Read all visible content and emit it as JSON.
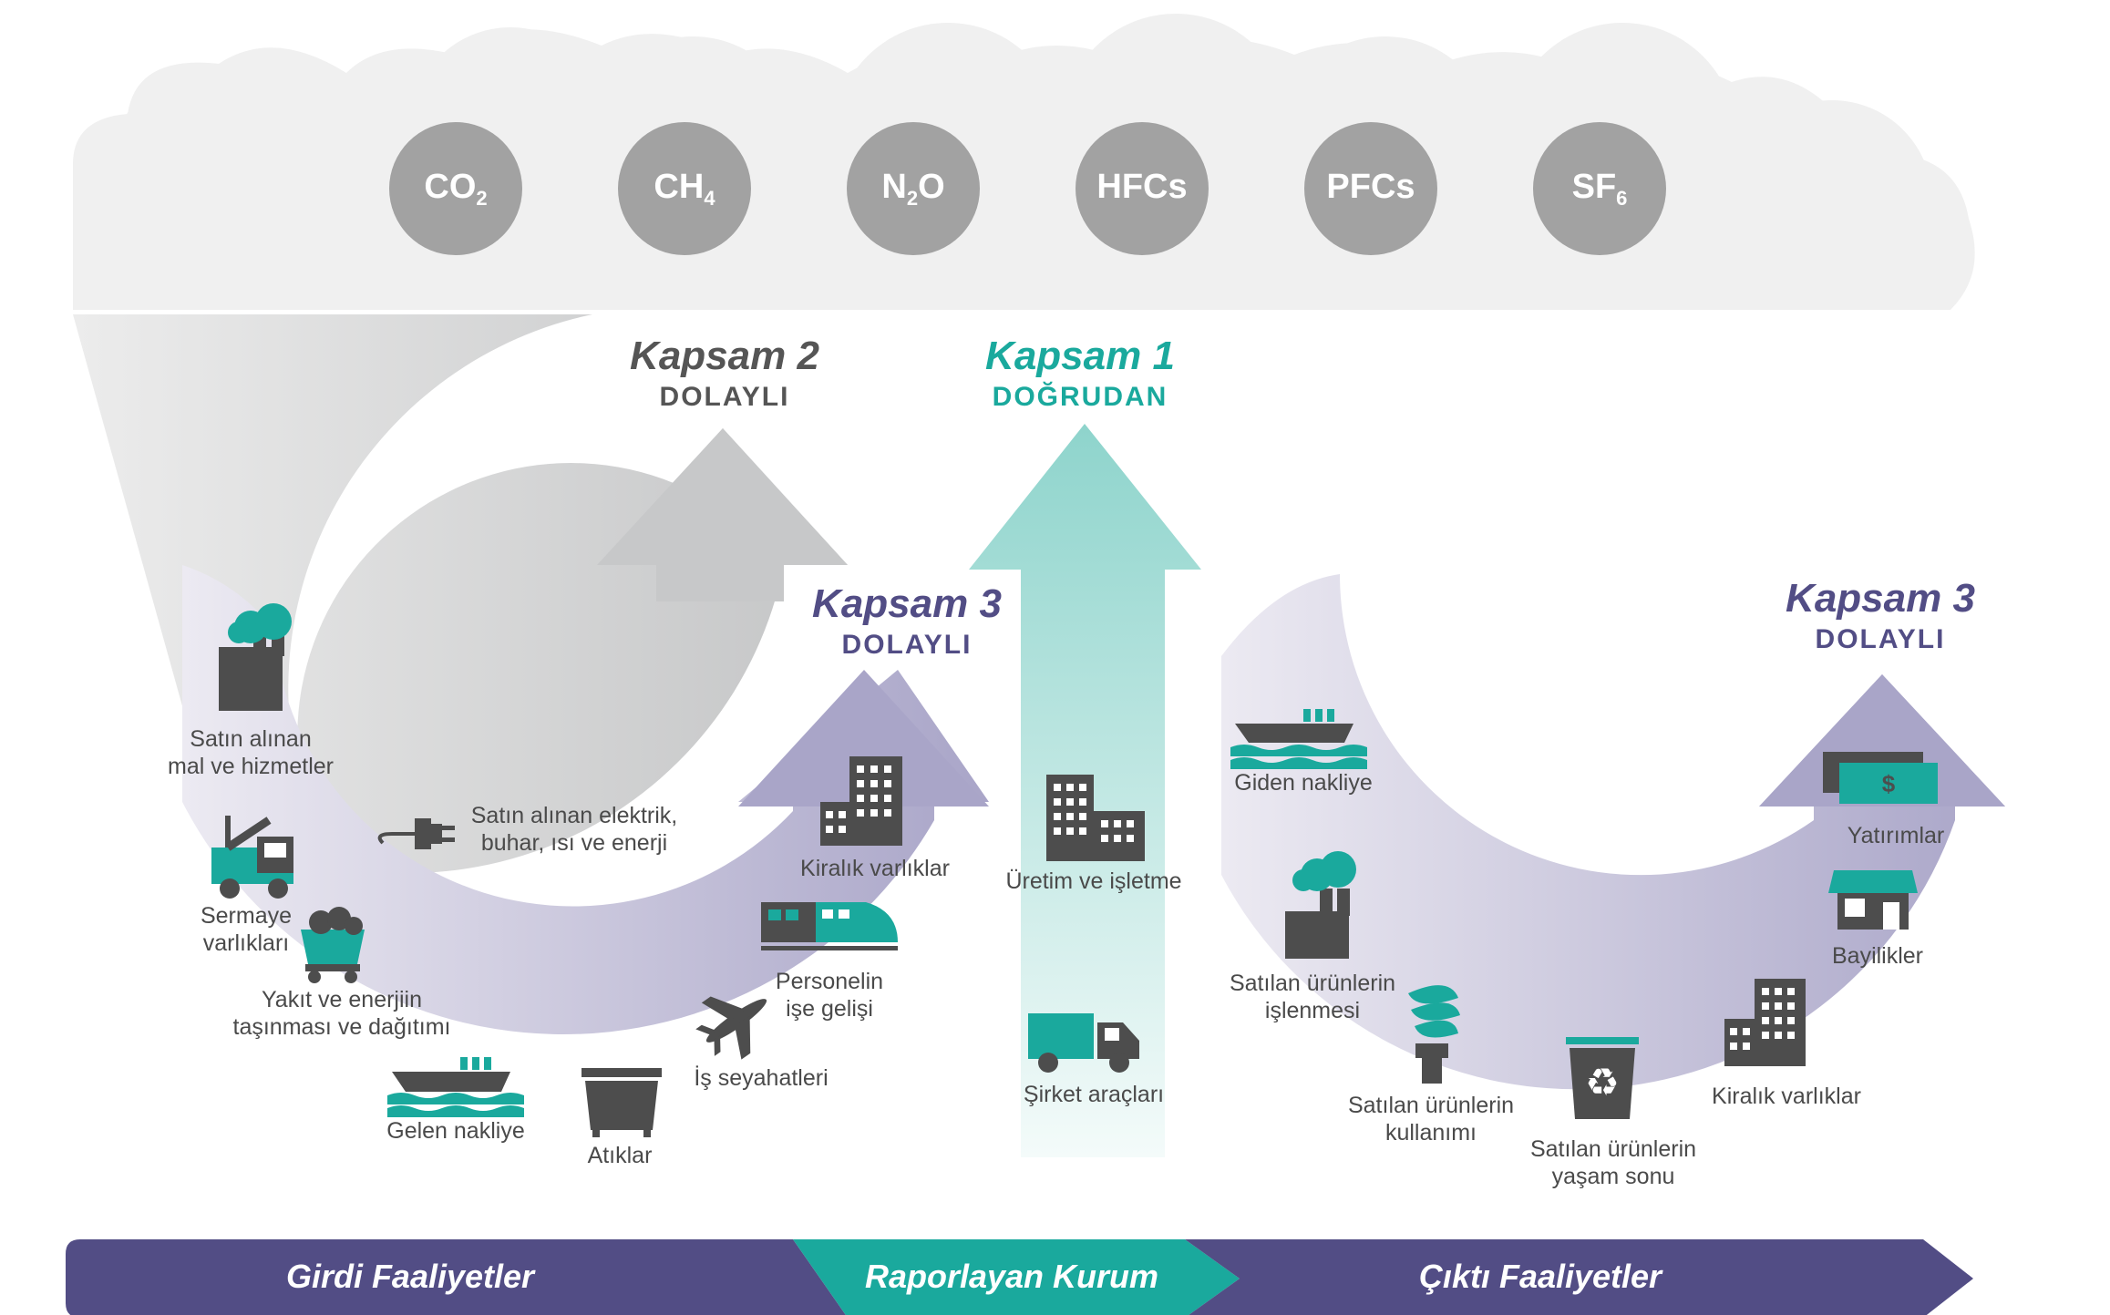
{
  "gases": [
    {
      "base": "CO",
      "sub": "2",
      "after": ""
    },
    {
      "base": "CH",
      "sub": "4",
      "after": ""
    },
    {
      "base": "N",
      "sub": "2",
      "after": "O"
    },
    {
      "base": "HFCs",
      "sub": "",
      "after": ""
    },
    {
      "base": "PFCs",
      "sub": "",
      "after": ""
    },
    {
      "base": "SF",
      "sub": "6",
      "after": ""
    }
  ],
  "scopes": {
    "scope2": {
      "title": "Kapsam 2",
      "subtitle": "DOLAYLI"
    },
    "scope1": {
      "title": "Kapsam 1",
      "subtitle": "DOĞRUDAN"
    },
    "scope3_left": {
      "title": "Kapsam 3",
      "subtitle": "DOLAYLI"
    },
    "scope3_right": {
      "title": "Kapsam 3",
      "subtitle": "DOLAYLI"
    }
  },
  "upstream_items": {
    "purchased_goods": [
      "Satın alınan",
      "mal ve hizmetler"
    ],
    "capital_goods": [
      "Sermaye",
      "varlıkları"
    ],
    "fuel_energy": [
      "Yakıt ve enerjiin",
      "taşınması ve dağıtımı"
    ],
    "upstream_transport": [
      "Gelen nakliye"
    ],
    "waste": [
      "Atıklar"
    ],
    "business_travel": [
      "İş seyahatleri"
    ],
    "commuting": [
      "Personelin",
      "işe gelişi"
    ],
    "leased_assets": [
      "Kiralık varlıklar"
    ],
    "purchased_energy": [
      "Satın alınan elektrik,",
      "buhar, ısı ve enerji"
    ]
  },
  "company_items": {
    "facilities": [
      "Üretim ve işletme"
    ],
    "vehicles": [
      "Şirket araçları"
    ]
  },
  "downstream_items": {
    "downstream_transport": [
      "Giden nakliye"
    ],
    "processing": [
      "Satılan ürünlerin",
      "işlenmesi"
    ],
    "use_of_products": [
      "Satılan ürünlerin",
      "kullanımı"
    ],
    "end_of_life": [
      "Satılan ürünlerin",
      "yaşam sonu"
    ],
    "leased_assets": [
      "Kiralık varlıklar"
    ],
    "franchises": [
      "Bayilikler"
    ],
    "investments": [
      "Yatırımlar"
    ],
    "currency_symbol": "$"
  },
  "bottom_band": {
    "upstream": "Girdi  Faaliyetler",
    "reporting": "Raporlayan Kurum",
    "downstream": "Çıktı Faaliyetler"
  },
  "colors": {
    "teal": "#1aa99d",
    "purple": "#524d85",
    "gray_text": "#555555",
    "icon_gray": "#4d4d4d",
    "cloud": "#f0f0f0",
    "gas_circle": "#a2a2a2"
  }
}
